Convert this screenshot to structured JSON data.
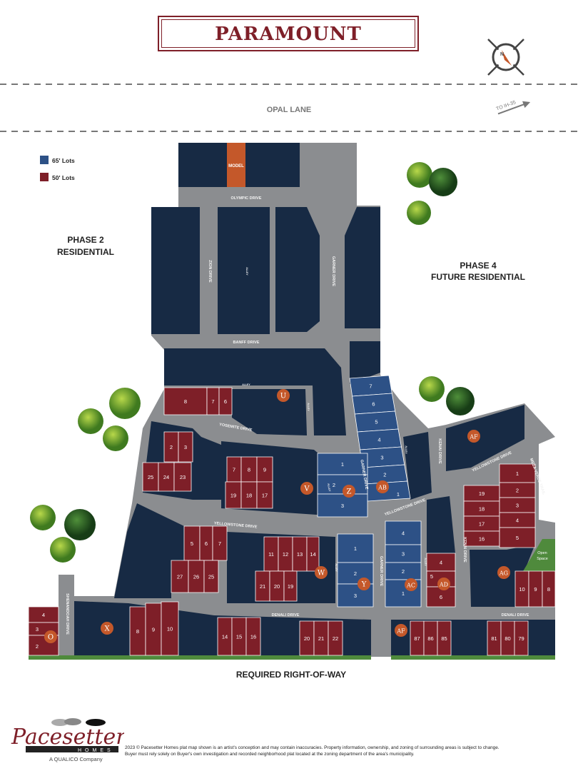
{
  "title": "PARAMOUNT",
  "compass": {
    "north": "N"
  },
  "opal_lane": "OPAL LANE",
  "to_ih35": "TO IH-35",
  "legend": [
    {
      "label": "65' Lots",
      "color": "#2d5186"
    },
    {
      "label": "50' Lots",
      "color": "#7e1f28"
    }
  ],
  "areas": {
    "phase2": [
      "PHASE 2",
      "RESIDENTIAL"
    ],
    "phase4": [
      "PHASE 4",
      "FUTURE RESIDENTIAL"
    ],
    "row": "REQUIRED RIGHT-OF-WAY",
    "model": "MODEL",
    "open_space": [
      "Open",
      "Space"
    ]
  },
  "streets": [
    "OLYMPIC DRIVE",
    "ZION DRIVE",
    "ALLEY",
    "GARNER DRIVE",
    "BANFF DRIVE",
    "ALLEY",
    "ALLEY",
    "YOSEMITE DRIVE",
    "YELLOWSTONE DRIVE",
    "GARNER DRIVE",
    "ALLEY",
    "ALLEY",
    "KENAI DRIVE",
    "YELLOWSTONE DRIVE",
    "MESA VERDE TRAIL",
    "YELLOWSTONE DRIVE",
    "KENAI DRIVE",
    "ALLEY",
    "GARNER DRIVE",
    "ALLEY",
    "DENALI DRIVE",
    "DENALI DRIVE",
    "SHENANDOAH DRIVE"
  ],
  "lots": [
    {
      "n": "8",
      "t": "50"
    },
    {
      "n": "7",
      "t": "50"
    },
    {
      "n": "6",
      "t": "50"
    },
    {
      "n": "2",
      "t": "50"
    },
    {
      "n": "3",
      "t": "50"
    },
    {
      "n": "25",
      "t": "50"
    },
    {
      "n": "24",
      "t": "50"
    },
    {
      "n": "23",
      "t": "50"
    },
    {
      "n": "7",
      "t": "50"
    },
    {
      "n": "8",
      "t": "50"
    },
    {
      "n": "9",
      "t": "50"
    },
    {
      "n": "19",
      "t": "50"
    },
    {
      "n": "18",
      "t": "50"
    },
    {
      "n": "17",
      "t": "50"
    },
    {
      "n": "5",
      "t": "50"
    },
    {
      "n": "6",
      "t": "50"
    },
    {
      "n": "7",
      "t": "50"
    },
    {
      "n": "27",
      "t": "50"
    },
    {
      "n": "26",
      "t": "50"
    },
    {
      "n": "25",
      "t": "50"
    },
    {
      "n": "11",
      "t": "50"
    },
    {
      "n": "12",
      "t": "50"
    },
    {
      "n": "13",
      "t": "50"
    },
    {
      "n": "14",
      "t": "50"
    },
    {
      "n": "21",
      "t": "50"
    },
    {
      "n": "20",
      "t": "50"
    },
    {
      "n": "19",
      "t": "50"
    },
    {
      "n": "4",
      "t": "50"
    },
    {
      "n": "5",
      "t": "50"
    },
    {
      "n": "6",
      "t": "50"
    },
    {
      "n": "19",
      "t": "50"
    },
    {
      "n": "18",
      "t": "50"
    },
    {
      "n": "17",
      "t": "50"
    },
    {
      "n": "16",
      "t": "50"
    },
    {
      "n": "1",
      "t": "50"
    },
    {
      "n": "2",
      "t": "50"
    },
    {
      "n": "3",
      "t": "50"
    },
    {
      "n": "4",
      "t": "50"
    },
    {
      "n": "5",
      "t": "50"
    },
    {
      "n": "10",
      "t": "50"
    },
    {
      "n": "9",
      "t": "50"
    },
    {
      "n": "8",
      "t": "50"
    },
    {
      "n": "4",
      "t": "50"
    },
    {
      "n": "3",
      "t": "50"
    },
    {
      "n": "2",
      "t": "50"
    },
    {
      "n": "8",
      "t": "50"
    },
    {
      "n": "9",
      "t": "50"
    },
    {
      "n": "10",
      "t": "50"
    },
    {
      "n": "14",
      "t": "50"
    },
    {
      "n": "15",
      "t": "50"
    },
    {
      "n": "16",
      "t": "50"
    },
    {
      "n": "20",
      "t": "50"
    },
    {
      "n": "21",
      "t": "50"
    },
    {
      "n": "22",
      "t": "50"
    },
    {
      "n": "87",
      "t": "50"
    },
    {
      "n": "86",
      "t": "50"
    },
    {
      "n": "85",
      "t": "50"
    },
    {
      "n": "81",
      "t": "50"
    },
    {
      "n": "80",
      "t": "50"
    },
    {
      "n": "79",
      "t": "50"
    },
    {
      "n": "7",
      "t": "65"
    },
    {
      "n": "6",
      "t": "65"
    },
    {
      "n": "5",
      "t": "65"
    },
    {
      "n": "4",
      "t": "65"
    },
    {
      "n": "3",
      "t": "65"
    },
    {
      "n": "2",
      "t": "65"
    },
    {
      "n": "1",
      "t": "65"
    },
    {
      "n": "1",
      "t": "65"
    },
    {
      "n": "2",
      "t": "65"
    },
    {
      "n": "3",
      "t": "65"
    },
    {
      "n": "1",
      "t": "65"
    },
    {
      "n": "2",
      "t": "65"
    },
    {
      "n": "3",
      "t": "65"
    },
    {
      "n": "4",
      "t": "65"
    },
    {
      "n": "3",
      "t": "65"
    },
    {
      "n": "2",
      "t": "65"
    },
    {
      "n": "1",
      "t": "65"
    }
  ],
  "sections": [
    "U",
    "V",
    "Z",
    "AB",
    "AF",
    "W",
    "Y",
    "AC",
    "AD",
    "AG",
    "X",
    "O",
    "AF"
  ],
  "colors": {
    "lot65": "#2d5186",
    "lot50": "#7e1f28",
    "block": "#172a44",
    "road": "#8b8d90",
    "section": "#c4582a",
    "model": "#c4582a",
    "green": "#4f8a3c"
  },
  "logo": {
    "brand": "Pacesetter",
    "sub": "HOMES",
    "parent": "A QUALICO Company"
  },
  "footer": [
    "2023 © Pacesetter Homes plat map shown is an artist's conception and may contain inaccuracies. Property information, ownership, and zoning of surrounding areas is subject to change.",
    "Buyer must rely solely on Buyer's own investigation and recorded neighborhood plat located at the zoning department of the area's municipality."
  ]
}
